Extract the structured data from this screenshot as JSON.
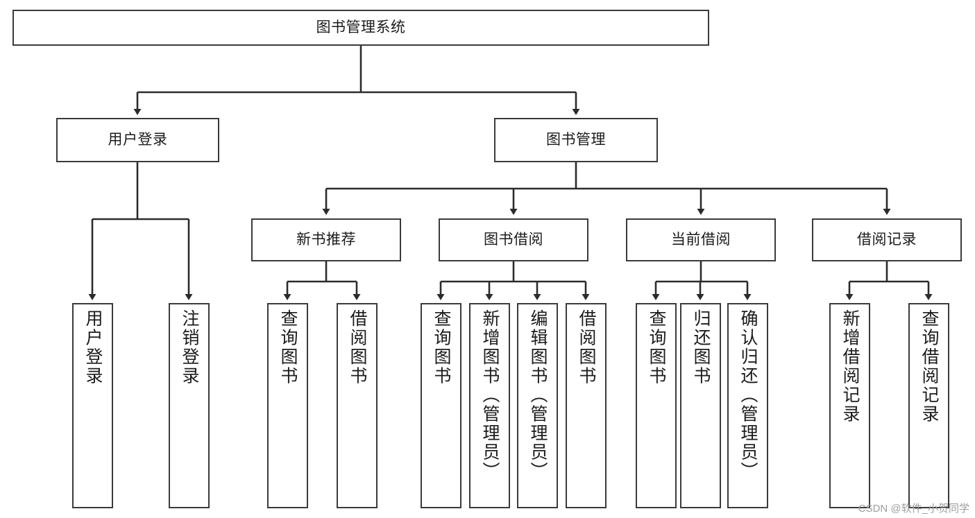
{
  "diagram": {
    "title": "图书管理系统",
    "type": "hierarchy-tree",
    "watermark": "CSDN @软件_小贺同学",
    "colors": {
      "box_border": "#3a3a3a",
      "box_fill": "#ffffff",
      "edge": "#2b2b2b",
      "text": "#1b1b1b",
      "watermark": "#9e9e9e",
      "background": "#ffffff"
    },
    "levels": {
      "root": {
        "id": "root",
        "label": "图书管理系统",
        "orientation": "horizontal"
      },
      "level2": [
        {
          "id": "user-login",
          "label": "用户登录",
          "orientation": "horizontal"
        },
        {
          "id": "book-management",
          "label": "图书管理",
          "orientation": "horizontal"
        }
      ],
      "level3": [
        {
          "id": "new-book-recommend",
          "label": "新书推荐",
          "orientation": "horizontal",
          "parent": "book-management"
        },
        {
          "id": "book-borrow",
          "label": "图书借阅",
          "orientation": "horizontal",
          "parent": "book-management"
        },
        {
          "id": "current-borrow",
          "label": "当前借阅",
          "orientation": "horizontal",
          "parent": "book-management"
        },
        {
          "id": "borrow-record",
          "label": "借阅记录",
          "orientation": "horizontal",
          "parent": "book-management"
        }
      ],
      "leaves": [
        {
          "id": "leaf-user-login",
          "label": "用户登录",
          "orientation": "vertical",
          "parent": "user-login"
        },
        {
          "id": "leaf-user-logout",
          "label": "注销登录",
          "orientation": "vertical",
          "parent": "user-login"
        },
        {
          "id": "leaf-query-book-1",
          "label": "查询图书",
          "orientation": "vertical",
          "parent": "new-book-recommend"
        },
        {
          "id": "leaf-borrow-book-1",
          "label": "借阅图书",
          "orientation": "vertical",
          "parent": "new-book-recommend"
        },
        {
          "id": "leaf-query-book-2",
          "label": "查询图书",
          "orientation": "vertical",
          "parent": "book-borrow"
        },
        {
          "id": "leaf-add-book",
          "label": "新增图书（管理员）",
          "orientation": "vertical",
          "parent": "book-borrow"
        },
        {
          "id": "leaf-edit-book",
          "label": "编辑图书（管理员）",
          "orientation": "vertical",
          "parent": "book-borrow"
        },
        {
          "id": "leaf-borrow-book-2",
          "label": "借阅图书",
          "orientation": "vertical",
          "parent": "book-borrow"
        },
        {
          "id": "leaf-query-book-3",
          "label": "查询图书",
          "orientation": "vertical",
          "parent": "current-borrow"
        },
        {
          "id": "leaf-return-book",
          "label": "归还图书",
          "orientation": "vertical",
          "parent": "current-borrow"
        },
        {
          "id": "leaf-confirm-return",
          "label": "确认归还（管理员）",
          "orientation": "vertical",
          "parent": "current-borrow"
        },
        {
          "id": "leaf-add-record",
          "label": "新增借阅记录",
          "orientation": "vertical",
          "parent": "borrow-record"
        },
        {
          "id": "leaf-query-record",
          "label": "查询借阅记录",
          "orientation": "vertical",
          "parent": "borrow-record"
        }
      ]
    }
  }
}
